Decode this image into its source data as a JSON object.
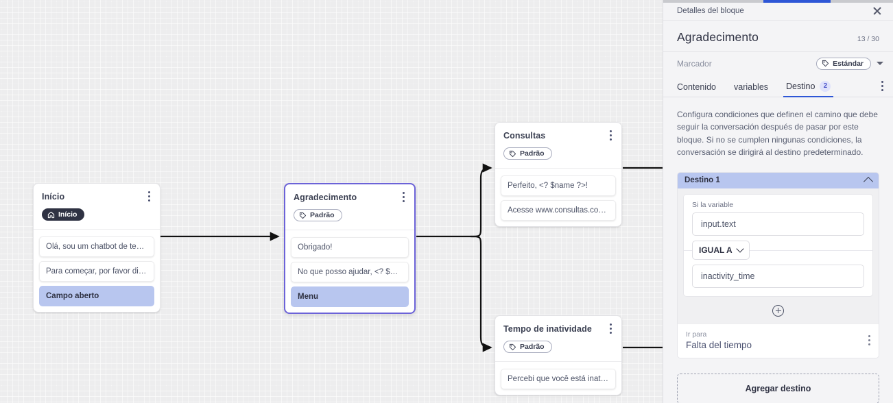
{
  "panel": {
    "header_title": "Detalles del bloque",
    "close_icon": "close-icon",
    "block_title": "Agradecimento",
    "counter": "13 / 30",
    "marker_label": "Marcador",
    "marker_value": "Estándar",
    "tabs": [
      {
        "label": "Contenido",
        "badge": ""
      },
      {
        "label": "variables",
        "badge": ""
      },
      {
        "label": "Destino",
        "badge": "2"
      }
    ],
    "active_tab": "Destino",
    "description": "Configura condiciones que definen el camino que debe seguir la conversación después de pasar por este bloque. Si no se cumplen ningunas condiciones, la conversación se dirigirá al destino predeterminado.",
    "destination": {
      "title": "Destino 1",
      "condition_label": "Si la variable",
      "variable_value": "input.text",
      "operator": "IGUAL A",
      "compare_value": "inactivity_time",
      "goto_label": "Ir para",
      "goto_value": "Falta del tiempo"
    },
    "add_destination_label": "Agregar destino",
    "accent_color": "#2d56d6",
    "highlight_color": "#b8c6ef"
  },
  "canvas": {
    "nodes": [
      {
        "title": "Início",
        "tag": "Início",
        "tag_style": "dark",
        "tag_icon": "home-icon",
        "selected": false,
        "items": [
          {
            "text": "Olá, sou um chatbot de teste!",
            "highlight": false
          },
          {
            "text": "Para começar, por favor digite o ...",
            "highlight": false
          },
          {
            "text": "Campo aberto",
            "highlight": true
          }
        ]
      },
      {
        "title": "Agradecimento",
        "tag": "Padrão",
        "tag_style": "outline",
        "tag_icon": "tag-icon",
        "selected": true,
        "items": [
          {
            "text": "Obrigado!",
            "highlight": false
          },
          {
            "text": "No que posso ajudar, <? $name ...",
            "highlight": false
          },
          {
            "text": "Menu",
            "highlight": true
          }
        ]
      },
      {
        "title": "Consultas",
        "tag": "Padrão",
        "tag_style": "outline",
        "tag_icon": "tag-icon",
        "selected": false,
        "items": [
          {
            "text": "Perfeito, <? $name ?>!",
            "highlight": false
          },
          {
            "text": "Acesse www.consultas.com par...",
            "highlight": false
          }
        ]
      },
      {
        "title": "Tempo de inatividade",
        "tag": "Padrão",
        "tag_style": "outline",
        "tag_icon": "tag-icon",
        "selected": false,
        "items": [
          {
            "text": "Percebi que você está inativo. C...",
            "highlight": false
          }
        ]
      }
    ]
  }
}
